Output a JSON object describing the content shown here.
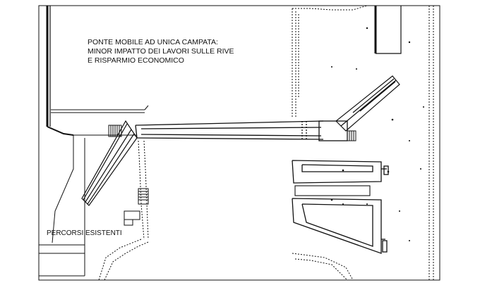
{
  "annotations": {
    "note_lines": [
      "PONTE MOBILE AD UNICA CAMPATA:",
      "MINOR IMPATTO DEI LAVORI SULLE RIVE",
      "E RISPARMIO ECONOMICO"
    ],
    "existing_paths": "PERCORSI ESISTENTI"
  },
  "colors": {
    "ink": "#111111",
    "paper": "#ffffff"
  }
}
